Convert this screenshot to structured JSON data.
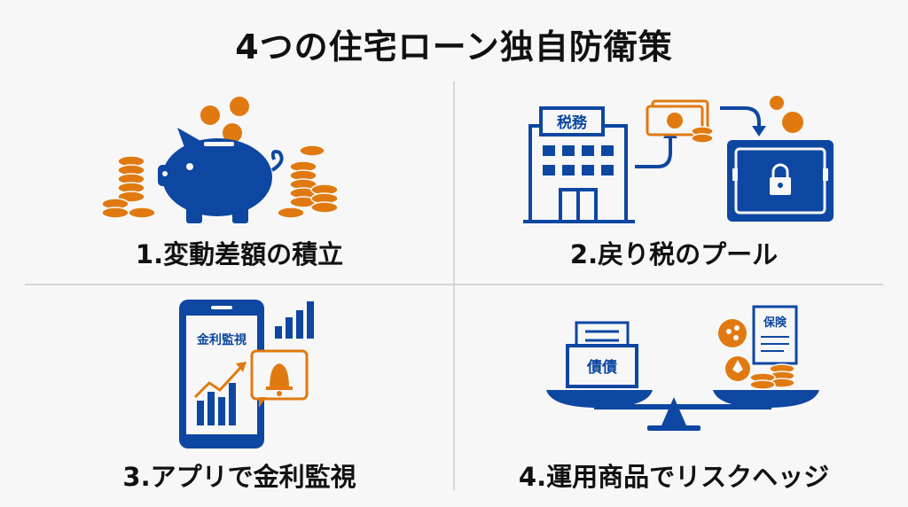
{
  "title": "4つの住宅ローン独自防衛策",
  "colors": {
    "blue": "#0d47a1",
    "orange": "#e07a10",
    "background": "#f7f7f7"
  },
  "quadrants": [
    {
      "label": "1.変動差額の積立",
      "icons": [
        "piggy-bank-icon",
        "coin-icon",
        "coin-stack-icon"
      ]
    },
    {
      "label": "2.戻り税のプール",
      "building_sign": "税務",
      "icons": [
        "tax-office-building-icon",
        "banknote-icon",
        "arrow-icon",
        "safe-lock-icon"
      ]
    },
    {
      "label": "3.アプリで金利監視",
      "screen_text": "金利監視",
      "icons": [
        "smartphone-icon",
        "line-chart-icon",
        "bell-notification-icon",
        "signal-bars-icon"
      ]
    },
    {
      "label": "4.運用商品でリスクヘッジ",
      "bond_label": "債債",
      "insurance_label": "保険",
      "icons": [
        "balance-scale-icon",
        "bond-document-icon",
        "insurance-document-icon",
        "crypto-coin-icon",
        "coin-stack-icon"
      ]
    }
  ]
}
